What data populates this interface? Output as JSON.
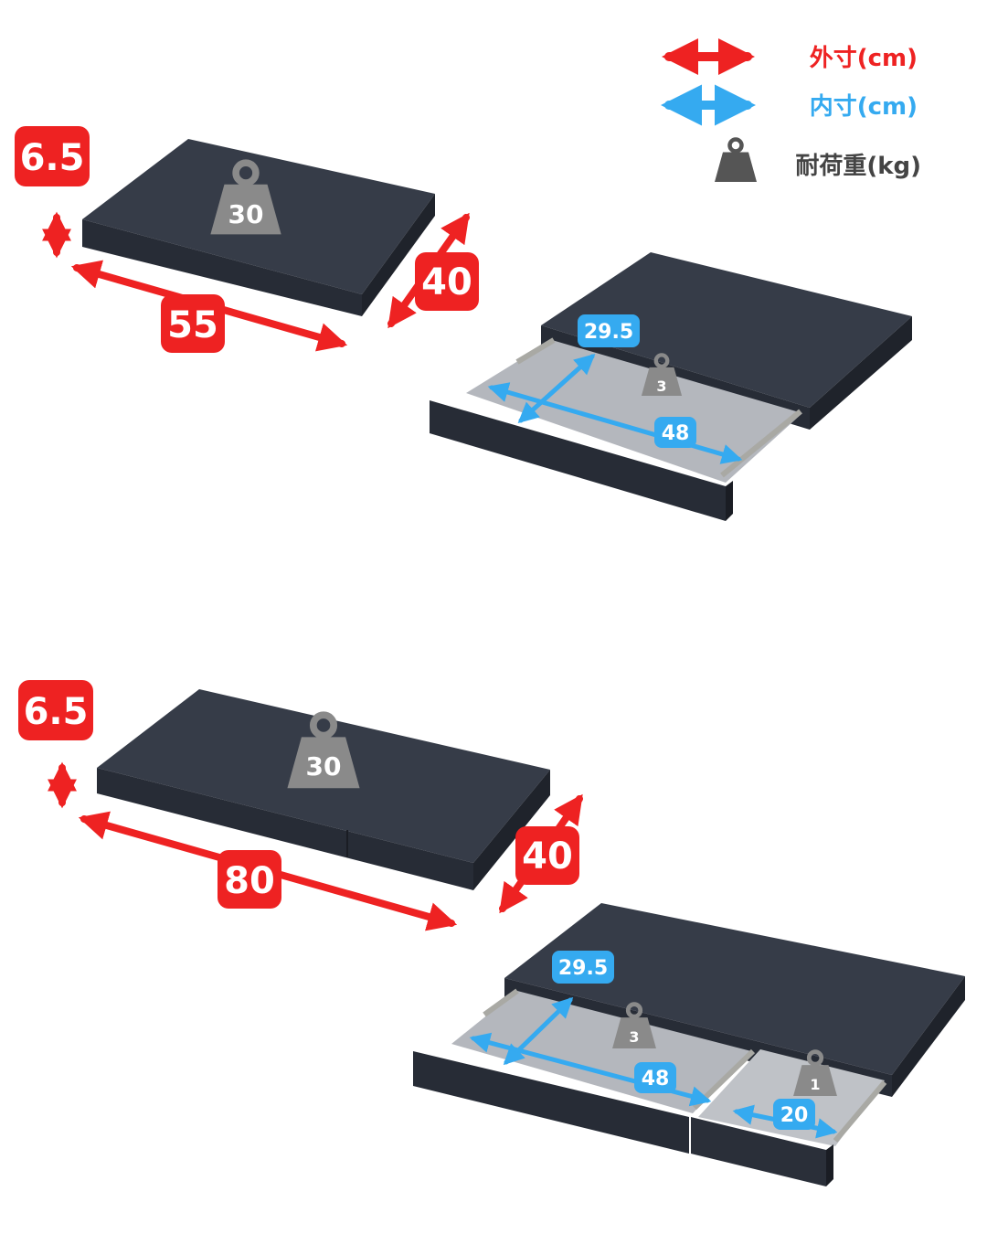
{
  "colors": {
    "outer": "#ee2222",
    "inner": "#35aaf0",
    "weight": "#8a8a8a",
    "board_top": "#363c48",
    "board_front": "#272c36",
    "tray": "#b4b7bd",
    "rail": "#a9a9a4"
  },
  "legend": {
    "outer_label": "外寸(cm)",
    "inner_label": "内寸(cm)",
    "load_label": "耐荷重(kg)",
    "load_icon": "weight-icon",
    "outer_icon": "double-arrow-icon",
    "inner_icon": "double-arrow-icon"
  },
  "product_small": {
    "height": "6.5",
    "width": "55",
    "depth": "40",
    "top_load": "30",
    "drawer": {
      "inner_depth": "29.5",
      "inner_width": "48",
      "load": "3"
    }
  },
  "product_large": {
    "height": "6.5",
    "width": "80",
    "depth": "40",
    "top_load": "30",
    "drawer_main": {
      "inner_depth": "29.5",
      "inner_width": "48",
      "load": "3"
    },
    "drawer_small": {
      "inner_width": "20",
      "load": "1"
    }
  }
}
